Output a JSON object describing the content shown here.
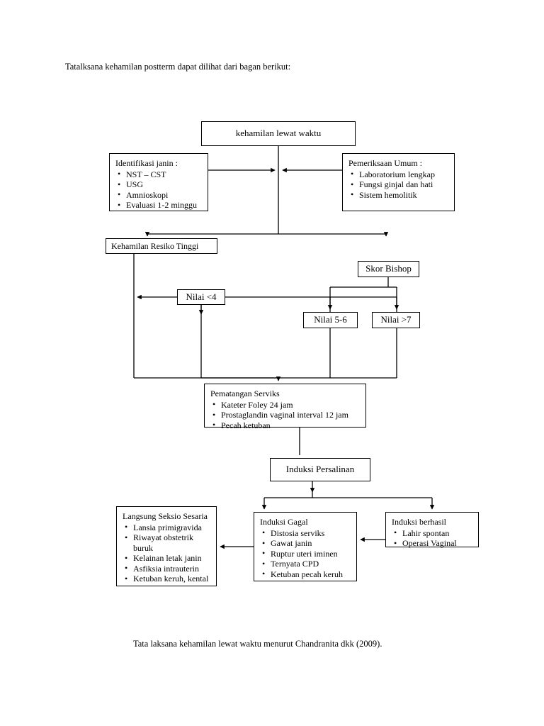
{
  "document": {
    "intro": "Tatalksana kehamilan postterm dapat dilihat dari bagan berikut:",
    "caption": "Tata laksana kehamilan lewat waktu menurut Chandranita dkk (2009)."
  },
  "flowchart": {
    "line_color": "#000000",
    "box_border_color": "#000000",
    "background_color": "#ffffff",
    "nodes": {
      "kehamilan_lewat_waktu": {
        "title": "kehamilan lewat waktu"
      },
      "identifikasi_janin": {
        "title": "Identifikasi janin :",
        "items": [
          "NST – CST",
          "USG",
          "Amnioskopi",
          "Evaluasi 1-2 minggu"
        ]
      },
      "pemeriksaan_umum": {
        "title": "Pemeriksaan Umum :",
        "items": [
          "Laboratorium lengkap",
          "Fungsi ginjal dan hati",
          "Sistem hemolitik"
        ]
      },
      "kehamilan_resiko_tinggi": {
        "title": "Kehamilan Resiko Tinggi"
      },
      "skor_bishop": {
        "title": "Skor Bishop"
      },
      "nilai_kurang_4": {
        "title": "Nilai <4"
      },
      "nilai_5_6": {
        "title": "Nilai 5-6"
      },
      "nilai_lebih_7": {
        "title": "Nilai >7"
      },
      "pematangan_serviks": {
        "title": "Pematangan Serviks",
        "items": [
          "Kateter Foley 24 jam",
          "Prostaglandin vaginal interval 12 jam",
          "Pecah ketuban"
        ]
      },
      "induksi_persalinan": {
        "title": "Induksi Persalinan"
      },
      "langsung_seksio_sesaria": {
        "title": "Langsung Seksio Sesaria",
        "items": [
          "Lansia primigravida",
          "Riwayat obstetrik buruk",
          "Kelainan letak janin",
          "Asfiksia intrauterin",
          "Ketuban keruh, kental"
        ]
      },
      "induksi_gagal": {
        "title": "Induksi Gagal",
        "items": [
          "Distosia serviks",
          "Gawat janin",
          "Ruptur uteri iminen",
          "Ternyata CPD",
          "Ketuban pecah keruh"
        ]
      },
      "induksi_berhasil": {
        "title": "Induksi berhasil",
        "items": [
          "Lahir spontan",
          "Operasi Vaginal"
        ]
      }
    }
  }
}
